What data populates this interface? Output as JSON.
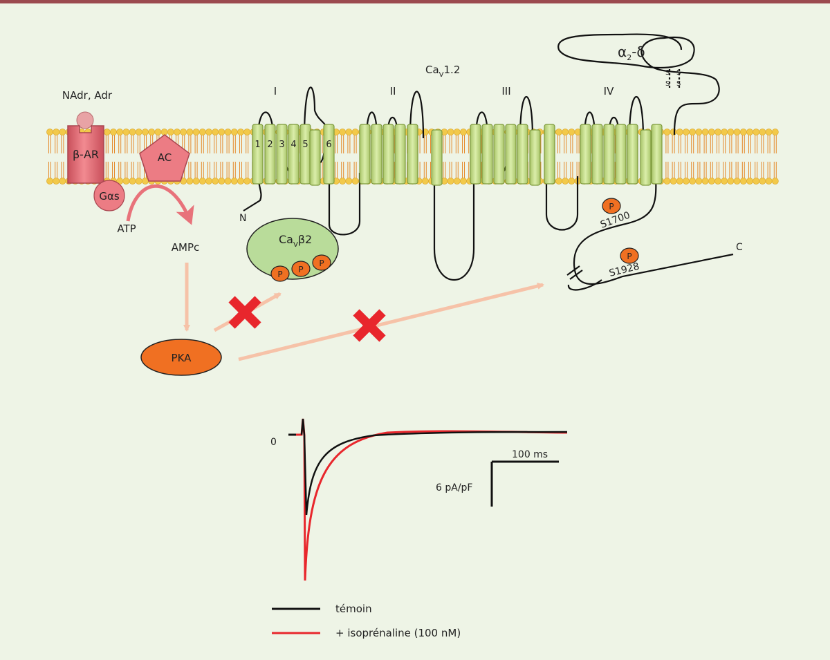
{
  "colors": {
    "background": "#eef4e6",
    "top_border": "#9b4a4f",
    "membrane_head": "#f2c94a",
    "membrane_tail": "#e58a2c",
    "helix_fill": "#c9df8c",
    "helix_stroke": "#7e9a3c",
    "receptor_fill": "#e8727a",
    "beta2_fill": "#b9dc9a",
    "pka_fill": "#f07022",
    "arrow_pale": "#f6c2a8",
    "blocked_x": "#e8262c",
    "trace_control": "#111111",
    "trace_iso": "#e8262c"
  },
  "receptor": {
    "ligand_label": "NAdr, Adr",
    "receptor_label": "β-AR",
    "g_protein_label": "Gαs",
    "cyclase_label": "AC",
    "substrate_label": "ATP",
    "product_label": "AMPc",
    "kinase_label": "PKA"
  },
  "channel": {
    "title_base": "Ca",
    "title_sub": "V",
    "title_tail": "1.2",
    "domains": [
      "I",
      "II",
      "III",
      "IV"
    ],
    "segment_numbers": [
      "1",
      "2",
      "3",
      "4",
      "5",
      "6"
    ],
    "n_terminus": "N",
    "c_terminus": "C",
    "alpha2_base": "α",
    "alpha2_sub": "2",
    "alpha2_tail": "-δ",
    "disulfide": [
      "S",
      "S",
      "S",
      "S"
    ],
    "site_1": "S1700",
    "site_2": "S1928",
    "phospho": "P"
  },
  "beta_subunit": {
    "label_base": "Ca",
    "label_sub": "V",
    "label_tail": "β2",
    "phospho": [
      "P",
      "P",
      "P"
    ]
  },
  "recording": {
    "zero_label": "0",
    "time_scale": "100 ms",
    "current_scale": "6 pA/pF",
    "legend": [
      "témoin",
      "+ isoprénaline (100 nM)"
    ]
  }
}
